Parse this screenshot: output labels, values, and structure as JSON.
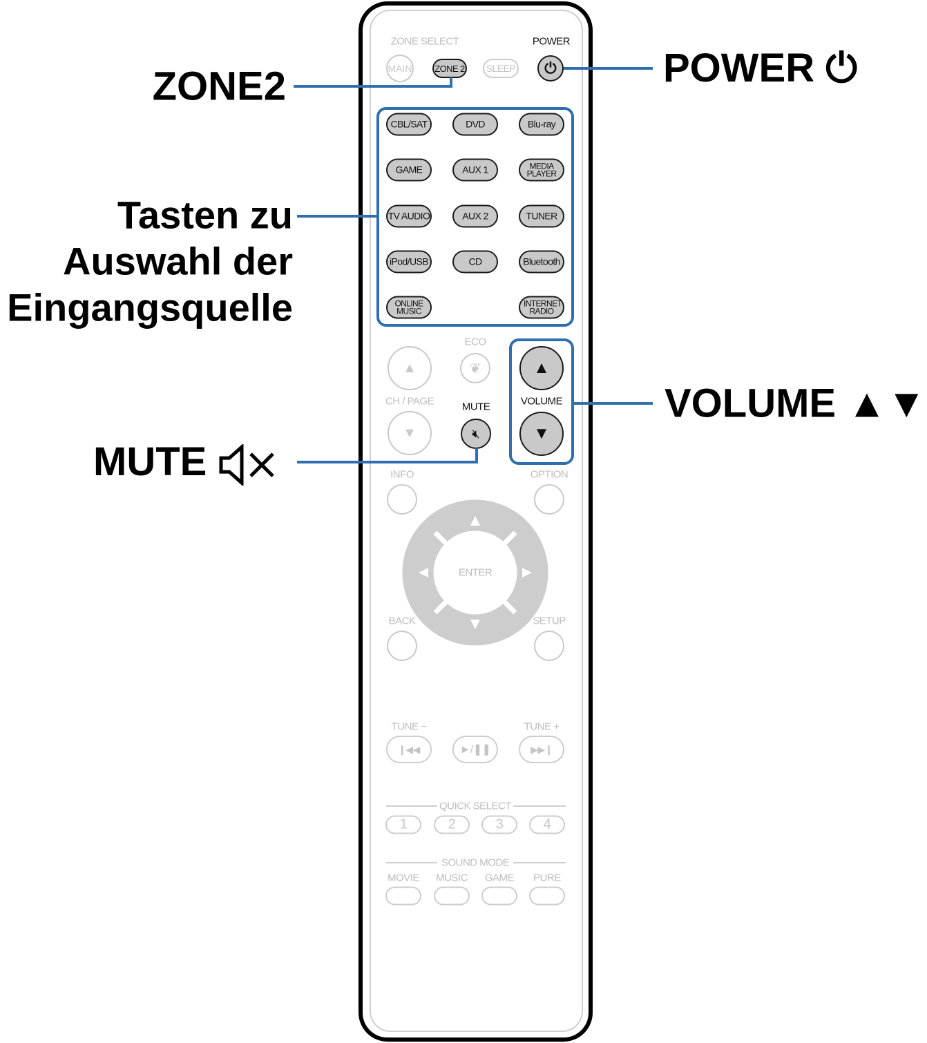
{
  "callouts": {
    "zone2": "ZONE2",
    "power": "POWER",
    "input_line1": "Tasten zu",
    "input_line2": "Auswahl der",
    "input_line3": "Eingangsquelle",
    "mute": "MUTE",
    "volume": "VOLUME",
    "volume_symbols": "▲▼"
  },
  "remote": {
    "zone_select": "ZONE SELECT",
    "main": "MAIN",
    "zone2": "ZONE 2",
    "sleep": "SLEEP",
    "power": "POWER",
    "inputs": [
      "CBL/SAT",
      "DVD",
      "Blu-ray",
      "GAME",
      "AUX 1",
      "MEDIA PLAYER",
      "TV AUDIO",
      "AUX 2",
      "TUNER",
      "iPod/USB",
      "CD",
      "Bluetooth",
      "ONLINE MUSIC",
      "INTERNET RADIO"
    ],
    "eco": "ECO",
    "ch_page": "CH / PAGE",
    "mute": "MUTE",
    "volume": "VOLUME",
    "info": "INFO",
    "option": "OPTION",
    "enter": "ENTER",
    "back": "BACK",
    "setup": "SETUP",
    "tune_minus": "TUNE −",
    "tune_plus": "TUNE +",
    "play_pause": "►/❚❚",
    "quick_select": "QUICK SELECT",
    "quick": [
      "1",
      "2",
      "3",
      "4"
    ],
    "sound_mode": "SOUND MODE",
    "modes": [
      "MOVIE",
      "MUSIC",
      "GAME",
      "PURE"
    ]
  },
  "colors": {
    "callout": "#2f6fb0",
    "active": "#c9c9c9",
    "inactive": "#c4c4c4"
  }
}
